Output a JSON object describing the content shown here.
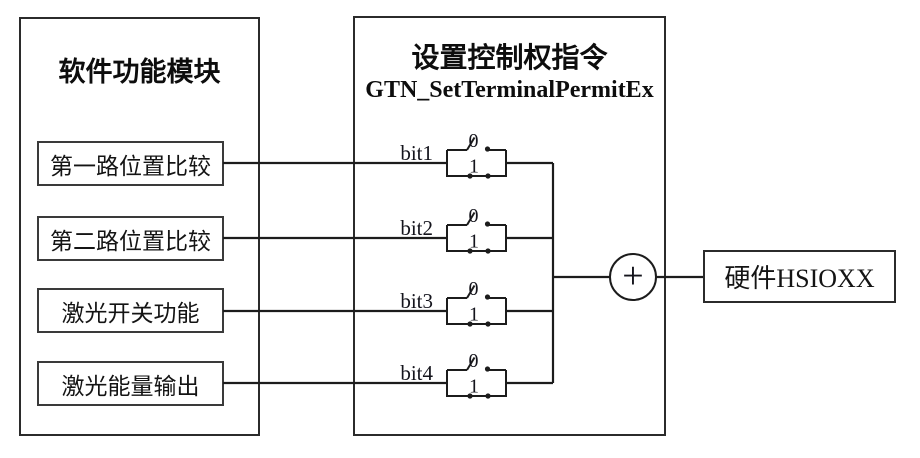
{
  "left_panel": {
    "title": "软件功能模块",
    "modules": [
      {
        "label": "第一路位置比较"
      },
      {
        "label": "第二路位置比较"
      },
      {
        "label": "激光开关功能"
      },
      {
        "label": "激光能量输出"
      }
    ]
  },
  "control_panel": {
    "title": "设置控制权指令",
    "api_name": "GTN_SetTerminalPermitEx",
    "bits": [
      {
        "label": "bit1",
        "open_pos": "0",
        "closed_pos": "1"
      },
      {
        "label": "bit2",
        "open_pos": "0",
        "closed_pos": "1"
      },
      {
        "label": "bit3",
        "open_pos": "0",
        "closed_pos": "1"
      },
      {
        "label": "bit4",
        "open_pos": "0",
        "closed_pos": "1"
      }
    ]
  },
  "sum_node": {
    "symbol": "+"
  },
  "hardware": {
    "label": "硬件HSIOXX"
  }
}
